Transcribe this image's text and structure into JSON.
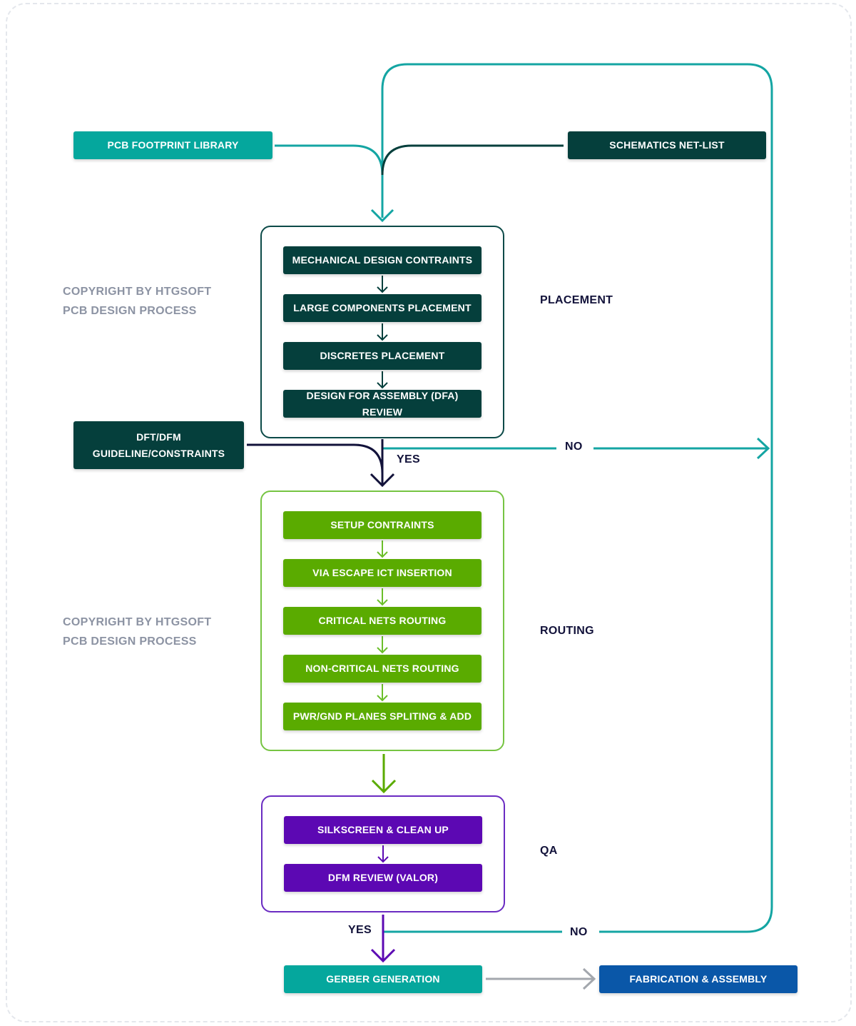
{
  "inputs": {
    "footprint_library": "PCB FOOTPRINT LIBRARY",
    "schematics_netlist": "SCHEMATICS NET-LIST",
    "dft_dfm_line1": "DFT/DFM",
    "dft_dfm_line2": "GUIDELINE/CONSTRAINTS"
  },
  "watermark": {
    "line1": "COPYRIGHT BY HTGSOFT",
    "line2": "PCB DESIGN PROCESS"
  },
  "placement": {
    "label": "PLACEMENT",
    "steps": [
      "MECHANICAL DESIGN CONTRAINTS",
      "LARGE COMPONENTS PLACEMENT",
      "DISCRETES PLACEMENT",
      "DESIGN FOR ASSEMBLY (DFA) REVIEW"
    ]
  },
  "routing": {
    "label": "ROUTING",
    "steps": [
      "SETUP CONTRAINTS",
      "VIA ESCAPE ICT INSERTION",
      "CRITICAL NETS ROUTING",
      "NON-CRITICAL NETS ROUTING",
      "PWR/GND PLANES SPLITING & ADD"
    ]
  },
  "qa": {
    "label": "QA",
    "steps": [
      "SILKSCREEN & CLEAN UP",
      "DFM REVIEW (VALOR)"
    ]
  },
  "decisions": {
    "yes": "YES",
    "no": "NO"
  },
  "outputs": {
    "gerber": "GERBER GENERATION",
    "fabrication": "FABRICATION & ASSEMBLY"
  },
  "colors": {
    "teal": "#05a79d",
    "dark_teal": "#053f3c",
    "green": "#5aab00",
    "purple": "#5c08b3",
    "blue": "#0a57a8",
    "navy": "#12123a"
  }
}
